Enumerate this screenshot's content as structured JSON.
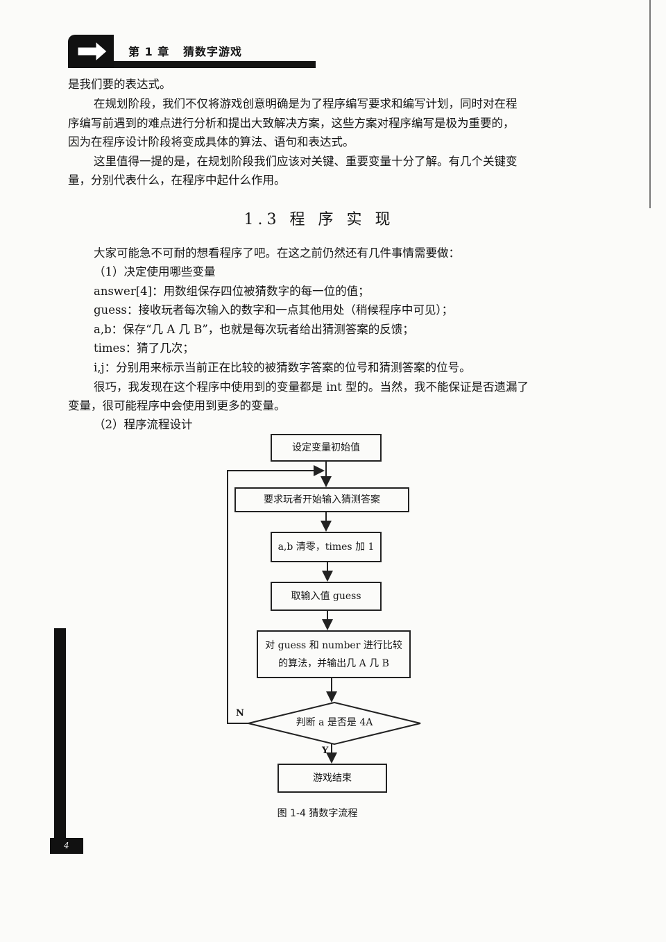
{
  "header": {
    "chapter": "第 1 章",
    "title": "猜数字游戏"
  },
  "paragraphs": [
    "是我们要的表达式。",
    "在规划阶段，我们不仅将游戏创意明确是为了程序编写要求和编写计划，同时对在程",
    "序编写前遇到的难点进行分析和提出大致解决方案，这些方案对程序编写是极为重要的，",
    "因为在程序设计阶段将变成具体的算法、语句和表达式。",
    "这里值得一提的是，在规划阶段我们应该对关键、重要变量十分了解。有几个关键变",
    "量，分别代表什么，在程序中起什么作用。"
  ],
  "section_title": "1.3  程 序 实 现",
  "body": [
    "大家可能急不可耐的想看程序了吧。在这之前仍然还有几件事情需要做：",
    "（1）决定使用哪些变量",
    "answer[4]：用数组保存四位被猜数字的每一位的值；",
    "guess：接收玩者每次输入的数字和一点其他用处（稍候程序中可见）；",
    "a,b：保存“几 A 几 B”，也就是每次玩者给出猜测答案的反馈；",
    "times：猜了几次；",
    "i,j：分别用来标示当前正在比较的被猜数字答案的位号和猜测答案的位号。",
    "很巧，我发现在这个程序中使用到的变量都是 int 型的。当然，我不能保证是否遗漏了",
    "变量，很可能程序中会使用到更多的变量。",
    "（2）程序流程设计"
  ],
  "flowchart": {
    "init": "设定变量初始值",
    "input": "要求玩者开始输入猜测答案",
    "reset": "a,b 清零，times 加 1",
    "read": "取输入值 guess",
    "compare_1": "对 guess 和 number 进行比较",
    "compare_2": "的算法，并输出几 A 几 B",
    "decision": "判断 a 是否是 4A",
    "no": "N",
    "yes": "Y",
    "end": "游戏结束"
  },
  "caption": "图 1-4   猜数字流程",
  "page_number": "4"
}
